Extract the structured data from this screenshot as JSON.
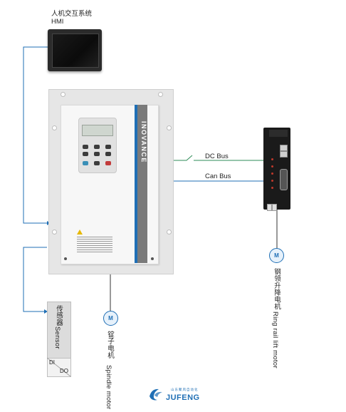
{
  "hmi": {
    "title_cn": "人机交互系统",
    "title_en": "HMI"
  },
  "inverter": {
    "brand": "INOVANCE"
  },
  "bus": {
    "dc": "DC Bus",
    "can": "Can Bus"
  },
  "motors": {
    "symbol": "M",
    "ring_rail": {
      "label_cn": "钢领升降电机",
      "label_en": "Ring rail lift motor"
    },
    "spindle": {
      "label_cn": "锭子电机",
      "label_en": "Spindle motor"
    }
  },
  "sensor": {
    "label_cn": "传感器",
    "label_en": "Sensor",
    "di": "DI",
    "do": "DO"
  },
  "logo": {
    "text": "JUFENG",
    "subtitle": "山东聚风自动化"
  },
  "colors": {
    "line": "#1f6fb5",
    "dc_bus": "#2e8b57"
  }
}
